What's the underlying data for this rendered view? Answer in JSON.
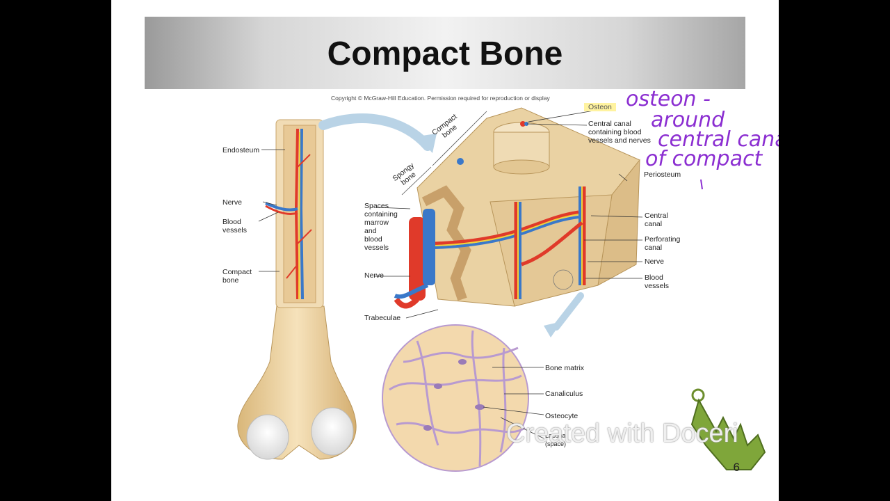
{
  "slide": {
    "title": "Compact Bone",
    "copyright": "Copyright © McGraw-Hill Education. Permission required for reproduction or display",
    "page_number": "6"
  },
  "labels": {
    "endosteum": "Endosteum",
    "nerve_left": "Nerve",
    "blood_vessels_left": "Blood\nvessels",
    "compact_bone_left": "Compact\nbone",
    "compact_bone_top": "Compact\nbone",
    "spongy_bone": "Spongy\nbone",
    "osteon": "Osteon",
    "central_canal_top": "Central canal\ncontaining blood\nvessels and nerves",
    "periosteum": "Periosteum",
    "spaces": "Spaces\ncontaining\nmarrow\nand\nblood\nvessels",
    "nerve_mid": "Nerve",
    "trabeculae": "Trabeculae",
    "central_canal": "Central\ncanal",
    "perforating_canal": "Perforating\ncanal",
    "nerve_right": "Nerve",
    "blood_vessels_right": "Blood\nvessels",
    "bone_matrix": "Bone matrix",
    "canaliculus": "Canaliculus",
    "osteocyte": "Osteocyte",
    "lacuna": "Lacuna\n(space)"
  },
  "annotation": {
    "line1": "osteon -",
    "line2": "around",
    "line3": "central canal",
    "line4": "of compact"
  },
  "watermark": "Created with Doceri",
  "colors": {
    "bone": "#ecd3a0",
    "bone_dark": "#d9b77a",
    "artery": "#e03a2a",
    "vein": "#3a78c9",
    "nerve": "#f2d23a",
    "ink": "#8b2ed1",
    "matrix": "#f3d9ad",
    "canaliculi": "#b89ad0"
  },
  "icons": {
    "watermark_logo": "hand-pointer-icon"
  }
}
